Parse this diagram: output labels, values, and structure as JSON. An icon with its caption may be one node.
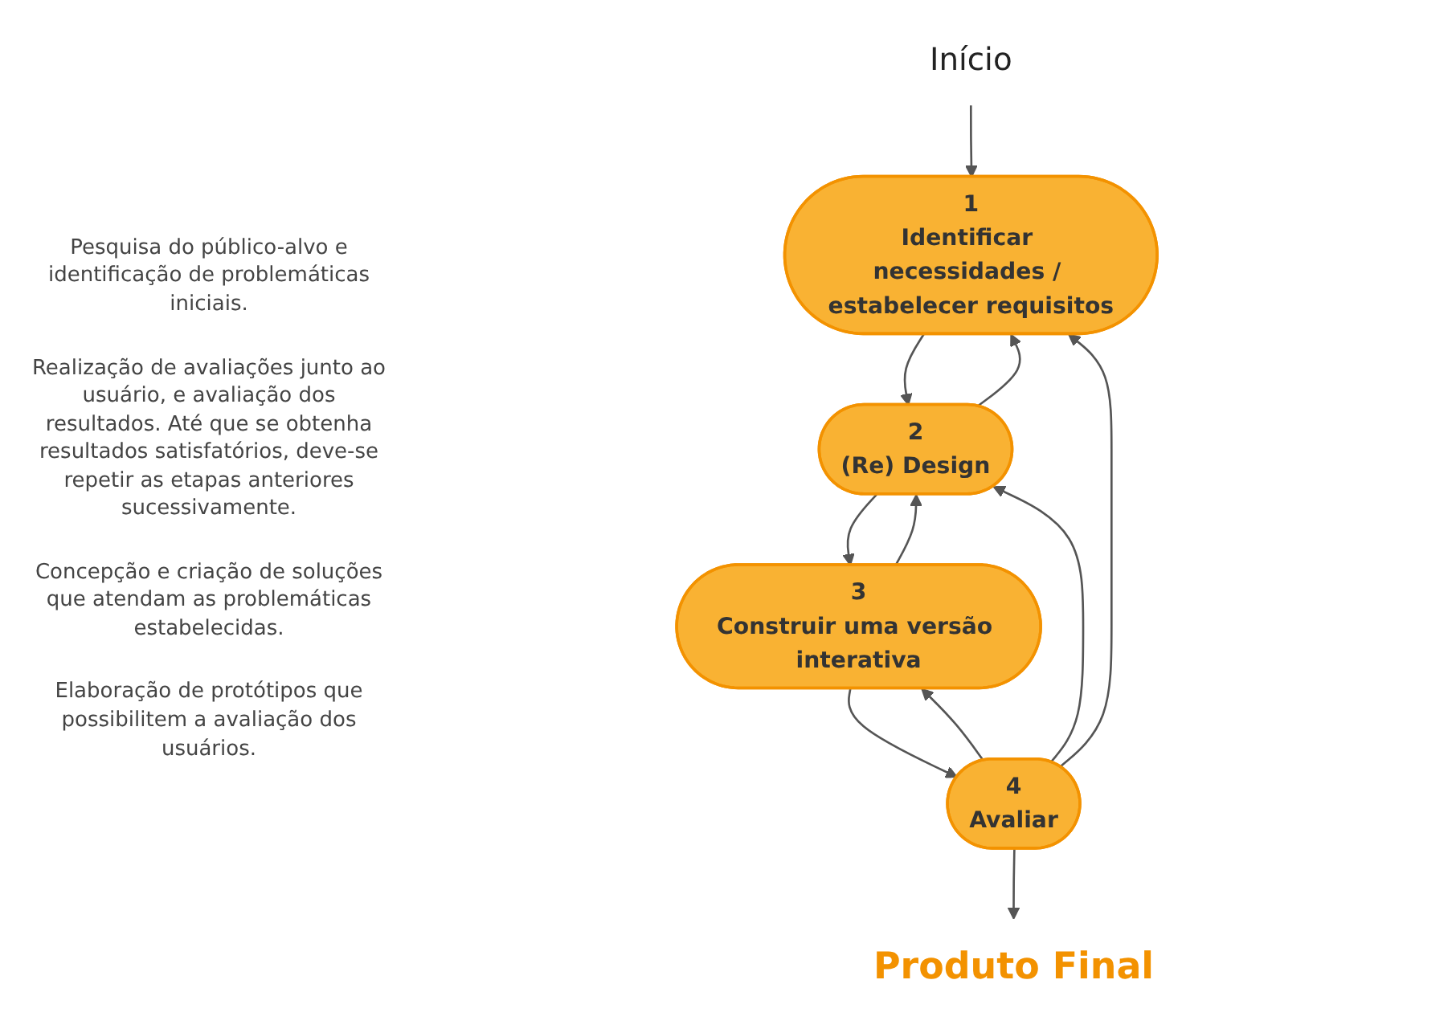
{
  "diagram": {
    "nodes": [
      {
        "text": [
          "Início"
        ]
      },
      {
        "text": [
          "1",
          "Identificar necessidades / estabelecer requisitos"
        ]
      },
      {
        "text": [
          "2",
          "(Re) Design"
        ]
      },
      {
        "text": [
          "3",
          "Construir uma versão interativa"
        ]
      },
      {
        "text": [
          "4",
          "Avaliar"
        ]
      },
      {
        "text": [
          "Produto Final"
        ]
      }
    ],
    "edges": [
      {
        "from": 0,
        "to": 1,
        "arrow": "to"
      },
      {
        "from": 1,
        "to": 2,
        "arrow": "to"
      },
      {
        "from": 2,
        "to": 1,
        "arrow": "to"
      },
      {
        "from": 2,
        "to": 3,
        "arrow": "to"
      },
      {
        "from": 3,
        "to": 2,
        "arrow": "to"
      },
      {
        "from": 3,
        "to": 4,
        "arrow": "to"
      },
      {
        "from": 4,
        "to": 3,
        "arrow": "to"
      },
      {
        "from": 4,
        "to": 1,
        "arrow": "to"
      },
      {
        "from": 4,
        "to": 2,
        "arrow": "to"
      },
      {
        "from": 4,
        "to": 5,
        "arrow": "to"
      }
    ],
    "labels": [
      "Pesquisa do público-alvo e identificação de problemáticas iniciais.",
      "Realização de avaliações junto ao usuário, e avaliação dos resultados. Até que se obtenha resultados satisfatórios, deve-se repetir as etapas anteriores sucessivamente.",
      "Concepção e criação de soluções que atendam as problemáticas estabelecidas.",
      "Elaboração de protótipos que possibilitem a avaliação dos usuários."
    ]
  }
}
